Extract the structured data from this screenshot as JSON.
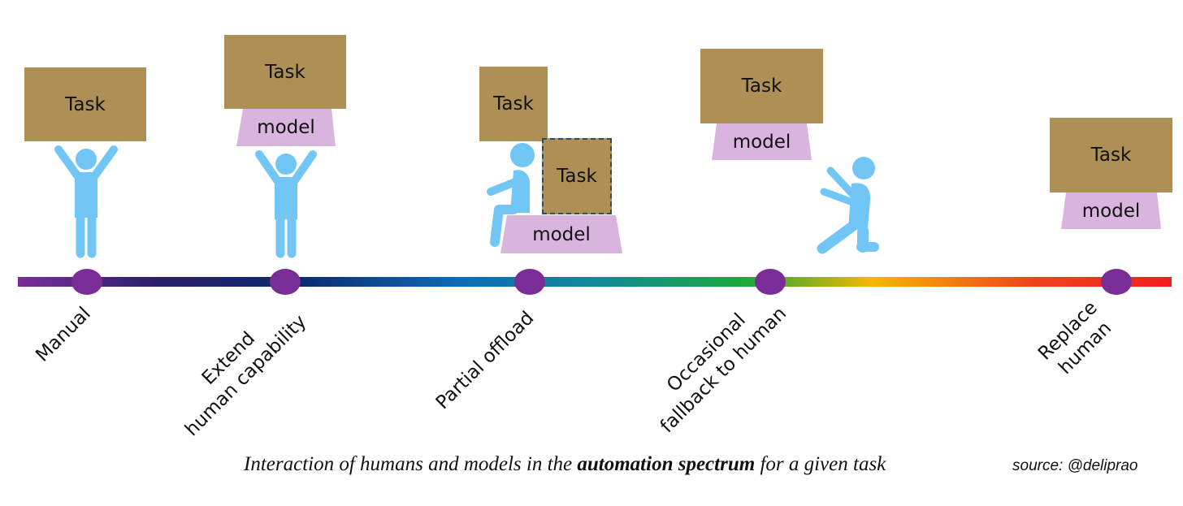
{
  "diagram": {
    "stages": [
      {
        "id": "manual",
        "label": "Manual",
        "tasks": [
          "Task"
        ],
        "model": ""
      },
      {
        "id": "extend",
        "label": "Extend\nhuman capability",
        "tasks": [
          "Task"
        ],
        "model": "model"
      },
      {
        "id": "partial",
        "label": "Partial offload",
        "tasks": [
          "Task",
          "Task"
        ],
        "model": "model"
      },
      {
        "id": "occasional",
        "label": "Occasional\nfallback to human",
        "tasks": [
          "Task"
        ],
        "model": "model"
      },
      {
        "id": "replace",
        "label": "Replace\nhuman",
        "tasks": [
          "Task"
        ],
        "model": "model"
      }
    ],
    "caption": {
      "before": "Interaction of humans and models in the ",
      "emphasis": "automation spectrum",
      "after": " for a given task"
    },
    "source": "source: @deliprao"
  },
  "colors": {
    "task": "#ae8f55",
    "model": "#d9b4df",
    "human": "#71c6f5",
    "node": "#7b2d97",
    "spectrum": [
      "#7b2d97",
      "#0a2a6b",
      "#0f6ab4",
      "#1ca83a",
      "#f5b800",
      "#f0421e",
      "#f21e1e"
    ]
  }
}
